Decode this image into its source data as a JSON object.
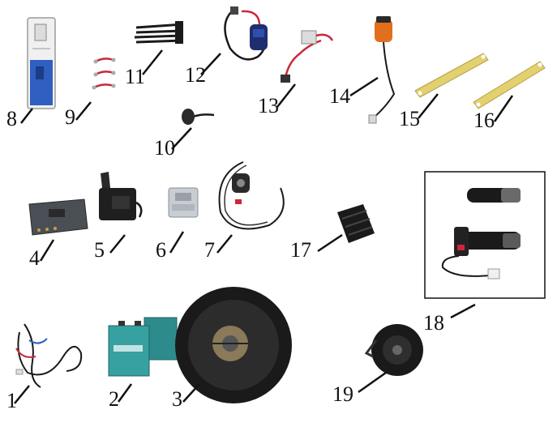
{
  "parts": [
    {
      "id": 1,
      "label": "1",
      "icon": "wiring-harness-icon"
    },
    {
      "id": 2,
      "label": "2",
      "icon": "battery-pack-icon"
    },
    {
      "id": 3,
      "label": "3",
      "icon": "hub-motor-icon"
    },
    {
      "id": 4,
      "label": "4",
      "icon": "controller-box-icon"
    },
    {
      "id": 5,
      "label": "5",
      "icon": "charger-icon"
    },
    {
      "id": 6,
      "label": "6",
      "icon": "converter-icon"
    },
    {
      "id": 7,
      "label": "7",
      "icon": "speed-sensor-icon"
    },
    {
      "id": 8,
      "label": "8",
      "icon": "circuit-breaker-icon"
    },
    {
      "id": 9,
      "label": "9",
      "icon": "jumper-wires-icon"
    },
    {
      "id": 10,
      "label": "10",
      "icon": "cable-plug-icon"
    },
    {
      "id": 11,
      "label": "11",
      "icon": "cable-ties-icon"
    },
    {
      "id": 12,
      "label": "12",
      "icon": "key-switch-harness-icon"
    },
    {
      "id": 13,
      "label": "13",
      "icon": "fuse-holder-icon"
    },
    {
      "id": 14,
      "label": "14",
      "icon": "indicator-lamp-icon"
    },
    {
      "id": 15,
      "label": "15",
      "icon": "mounting-strap-icon"
    },
    {
      "id": 16,
      "label": "16",
      "icon": "mounting-strap-icon"
    },
    {
      "id": 17,
      "label": "17",
      "icon": "foot-pedal-icon"
    },
    {
      "id": 18,
      "label": "18",
      "icon": "throttle-grips-icon"
    },
    {
      "id": 19,
      "label": "19",
      "icon": "horn-icon"
    }
  ],
  "colors": {
    "label": "#111111",
    "metal_dark": "#2a2a2a",
    "battery_teal": "#2e8b8b",
    "breaker_blue": "#2f5fc0",
    "strap_yellow": "#e3d070",
    "lamp_orange": "#e0701e",
    "wire_red": "#c8283a"
  },
  "part_18_frame": true
}
